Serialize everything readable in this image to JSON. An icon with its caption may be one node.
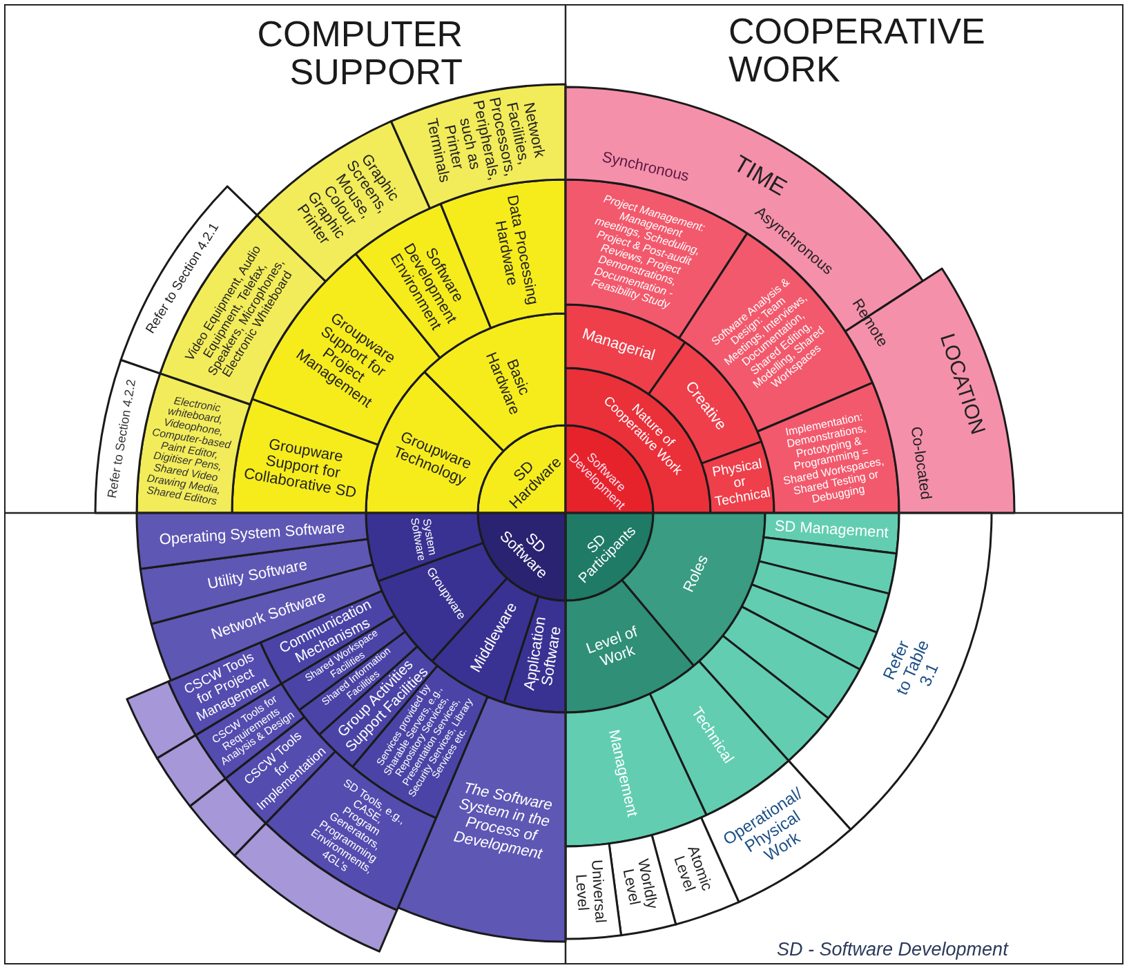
{
  "diagram": {
    "nodes": [
      {
        "text": [
          "SD Hardware"
        ]
      },
      {
        "text": [
          "Groupware Technology"
        ]
      },
      {
        "text": [
          "Basic Hardware"
        ]
      },
      {
        "text": [
          "Groupware Support for Collaborative SD"
        ]
      },
      {
        "text": [
          "Groupware Support for Project Management"
        ]
      },
      {
        "text": [
          "Software Development Environment"
        ]
      },
      {
        "text": [
          "Data Processing Hardware"
        ]
      },
      {
        "text": [
          "Electronic whiteboard, Videophone, Computer-based Paint Editor, Digitiser Pens, Shared Video Drawing Media, Shared Editors"
        ]
      },
      {
        "text": [
          "Video Equipment, Audio Equipment, Telefax, Speakers, Microphones, Electronic Whiteboard"
        ]
      },
      {
        "text": [
          "Graphic Screens, Mouse, Colour Graphic Printer"
        ]
      },
      {
        "text": [
          "Network Facilities, Processors, Peripherals, such as Printer Terminals"
        ]
      },
      {
        "text": [
          "Refer to Section 4.2.2"
        ]
      },
      {
        "text": [
          "Refer to Section 4.2.1"
        ]
      },
      {
        "text": [
          "Software Development"
        ]
      },
      {
        "text": [
          "Nature of Cooperative Work"
        ]
      },
      {
        "text": [
          "Managerial"
        ]
      },
      {
        "text": [
          "Creative"
        ]
      },
      {
        "text": [
          "Physical or Technical"
        ]
      },
      {
        "text": [
          "Project Management: Management meetings, Scheduling, Project & Post-audit Reviews, Project Demonstrations, Documentation - Feasibility Study"
        ]
      },
      {
        "text": [
          "Software Analysis & Design: Team Meetings, Interviews, Documentation, Shared Editing, Modelling, Shared Workspaces"
        ]
      },
      {
        "text": [
          "Implementation: Demonstrations, Prototyping & Programming = Shared Workspaces, Shared Testing or Debugging"
        ]
      },
      {
        "text": [
          "TIME",
          "Synchronous",
          "Asynchronous"
        ]
      },
      {
        "text": [
          "LOCATION",
          "Remote",
          "Co-located"
        ]
      },
      {
        "text": [
          "SD Participants"
        ]
      },
      {
        "text": [
          "Roles"
        ]
      },
      {
        "text": [
          "Level of Work"
        ]
      },
      {
        "text": [
          "SD Management"
        ]
      },
      {
        "text": [],
        "shape": "box"
      },
      {
        "text": [],
        "shape": "box"
      },
      {
        "text": [],
        "shape": "box"
      },
      {
        "text": [],
        "shape": "box"
      },
      {
        "text": [],
        "shape": "box"
      },
      {
        "text": [
          "Technical"
        ]
      },
      {
        "text": [
          "Management"
        ]
      },
      {
        "text": [
          "Refer to Table 3.1"
        ]
      },
      {
        "text": [
          "Operational/ Physical Work"
        ]
      },
      {
        "text": [
          "Atomic Level"
        ]
      },
      {
        "text": [
          "Worldly Level"
        ]
      },
      {
        "text": [
          "Universal Level"
        ]
      },
      {
        "text": [
          "SD Software"
        ]
      },
      {
        "text": [
          "Application Software"
        ]
      },
      {
        "text": [
          "Middleware"
        ]
      },
      {
        "text": [
          "Groupware"
        ]
      },
      {
        "text": [
          "System Software"
        ]
      },
      {
        "text": [
          "The Software System in the Process of Development"
        ]
      },
      {
        "text": [
          "Services provided by Sharable Servers, e.g., Repository Services, Presentation Services, Security Services, Library Services etc."
        ]
      },
      {
        "text": [
          "Group Activities Support Facilities"
        ]
      },
      {
        "text": [
          "Shared Information Facilities"
        ]
      },
      {
        "text": [
          "Shared Workspace Facilities"
        ]
      },
      {
        "text": [
          "Communication Mechanisms"
        ]
      },
      {
        "text": [
          "SD Tools, e.g., CASE, Program Generators, Programming Environments, 4GL's"
        ]
      },
      {
        "text": [
          "CSCW Tools for Implementation"
        ]
      },
      {
        "text": [
          "CSCW Tools for Requirements Analysis & Design"
        ]
      },
      {
        "text": [
          "CSCW Tools for Project Management"
        ]
      },
      {
        "text": [],
        "shape": "box"
      },
      {
        "text": [],
        "shape": "box"
      },
      {
        "text": [],
        "shape": "box"
      },
      {
        "text": [],
        "shape": "box"
      },
      {
        "text": [
          "Network Software"
        ]
      },
      {
        "text": [
          "Utility Software"
        ]
      },
      {
        "text": [
          "Operating System Software"
        ]
      }
    ],
    "labels": [
      "COMPUTER SUPPORT",
      "COOPERATIVE WORK",
      "SD - Software Development"
    ]
  }
}
